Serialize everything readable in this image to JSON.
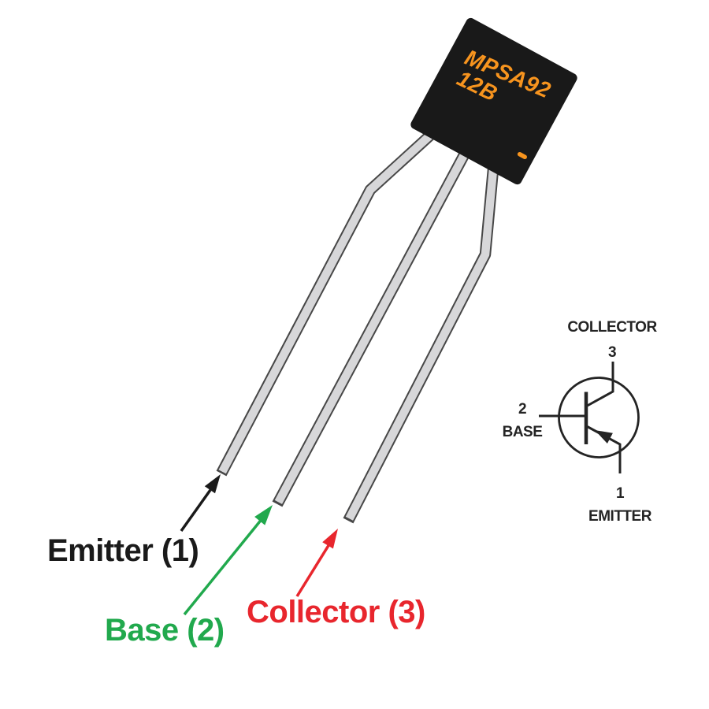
{
  "figure": {
    "type": "transistor-pinout-diagram",
    "package": {
      "marking_line1": "MPSA92",
      "marking_line2": "12B"
    },
    "lead_labels": {
      "emitter": {
        "text": "Emitter (1)",
        "color": "#1a1a1a"
      },
      "base": {
        "text": "Base (2)",
        "color": "#21a94d"
      },
      "collector": {
        "text": "Collector (3)",
        "color": "#e8262d"
      }
    },
    "schematic": {
      "collector": {
        "name": "COLLECTOR",
        "number": "3"
      },
      "base": {
        "name": "BASE",
        "number": "2"
      },
      "emitter": {
        "name": "EMITTER",
        "number": "1"
      }
    },
    "colors": {
      "background": "#ffffff",
      "body": "#191919",
      "marking_orange": "#f7941e",
      "lead_fill": "#d7d7d9",
      "lead_outline": "#474747",
      "emitter_label": "#1a1a1a",
      "base_label": "#21a94d",
      "collector_label": "#e8262d",
      "schematic_ink": "#242424"
    }
  }
}
